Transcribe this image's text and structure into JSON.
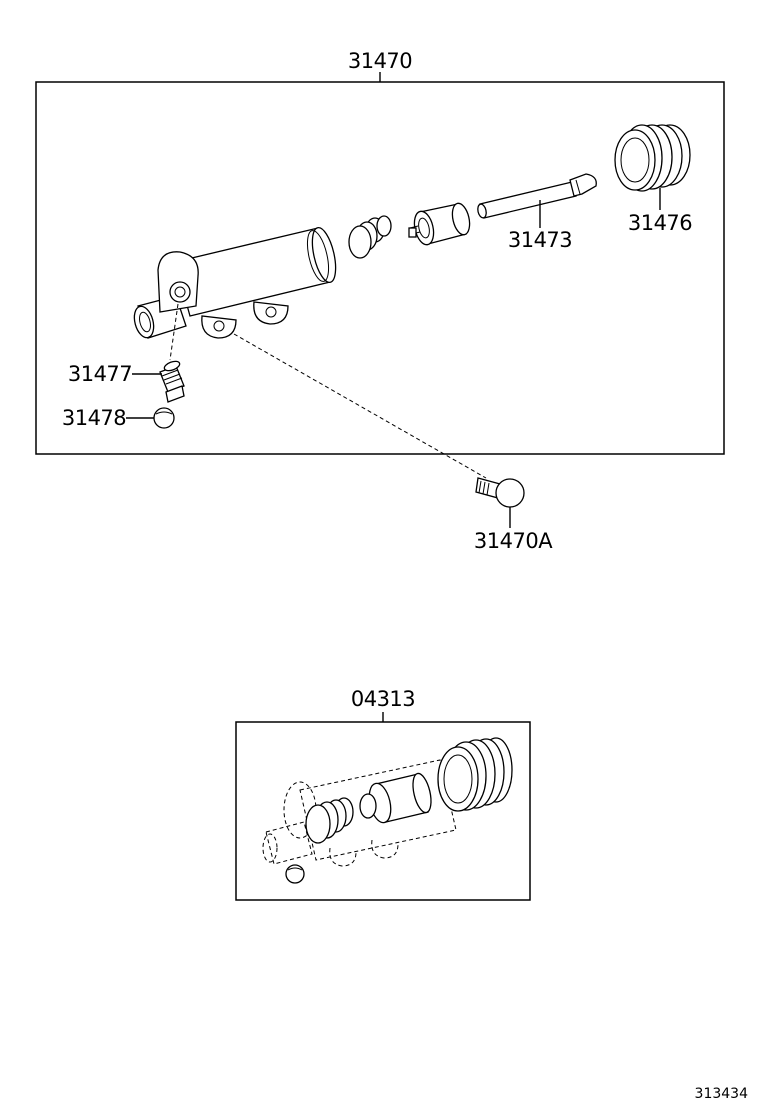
{
  "callouts": {
    "assembly": "31470",
    "push_rod": "31473",
    "boot": "31476",
    "bleeder_plug": "31477",
    "bleeder_cap": "31478",
    "bolt": "31470A",
    "kit": "04313"
  },
  "reference_number": "313434"
}
